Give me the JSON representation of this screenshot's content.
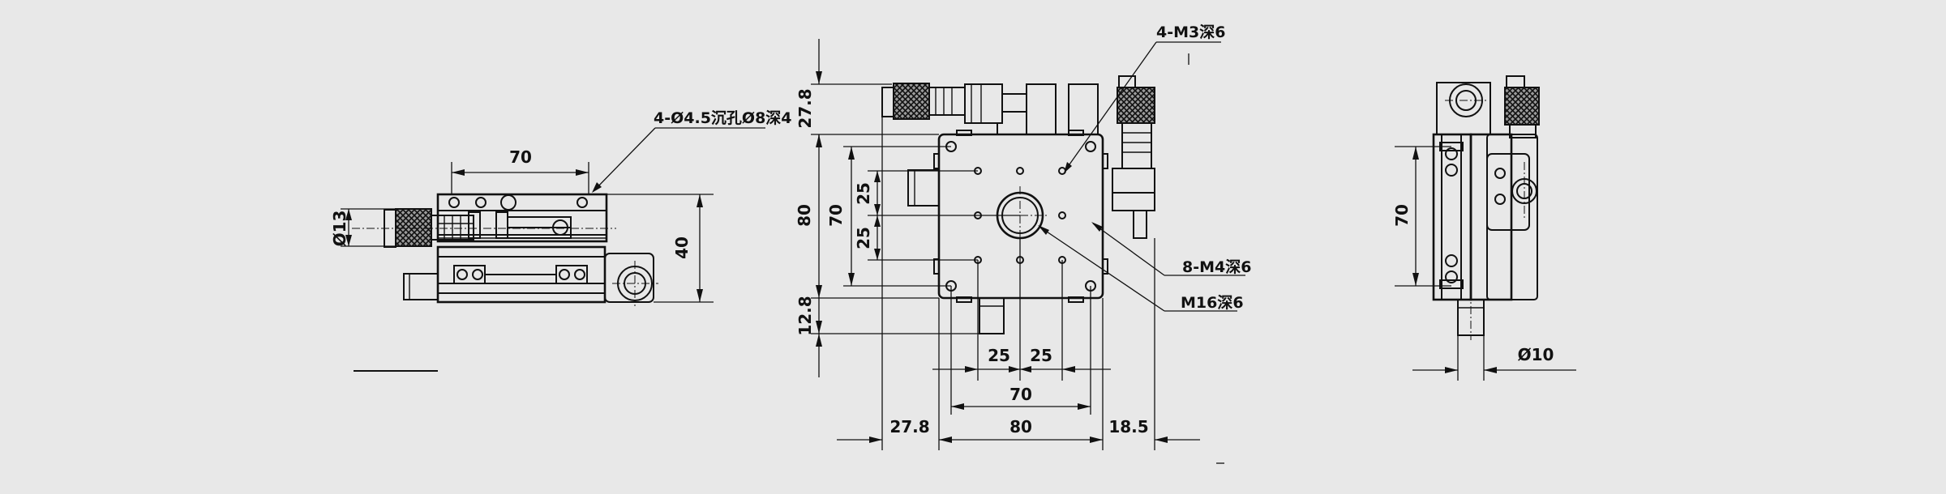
{
  "labels": {
    "left_width": "70",
    "left_height": "40",
    "left_knob_dia": "Ø13",
    "left_holes": "4-Ø4.5沉孔Ø8深4",
    "front_top_thread": "4-M3深6",
    "front_top_offset": "27.8",
    "front_height_80": "80",
    "front_height_70": "70",
    "front_upper_25": "25",
    "front_lower_25": "25",
    "front_bottom_offset": "12.8",
    "front_bottom_left_25": "25",
    "front_bottom_right_25": "25",
    "front_width_70": "70",
    "front_left_offset": "27.8",
    "front_width_80": "80",
    "front_right_offset": "18.5",
    "front_m4": "8-M4深6",
    "front_m16": "M16深6",
    "right_height": "70",
    "right_dia": "Ø10"
  }
}
